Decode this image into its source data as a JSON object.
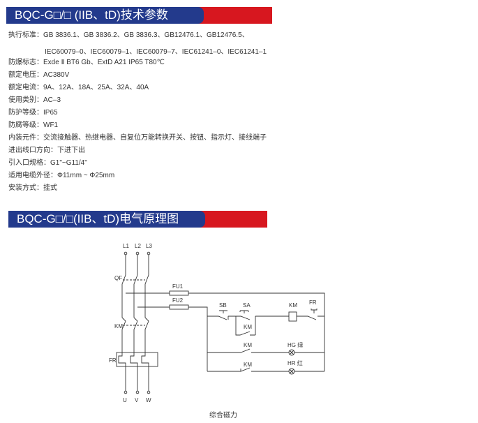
{
  "section1": {
    "title": "BQC-G□/□ (IIB、tD)技术参数"
  },
  "specs": [
    {
      "label": "执行标准：",
      "value": "GB 3836.1、GB 3836.2、GB 3836.3、GB12476.1、GB12476.5、",
      "cont": "IEC60079–0、IEC60079–1、IEC60079–7、IEC61241–0、IEC61241–1"
    },
    {
      "label": "防爆标志：",
      "value": "Exde Ⅱ BT6 Gb、ExtD A21 IP65 T80℃"
    },
    {
      "label": "额定电压：",
      "value": "AC380V"
    },
    {
      "label": "额定电流：",
      "value": "9A、12A、18A、25A、32A、40A"
    },
    {
      "label": "使用类别：",
      "value": "AC–3"
    },
    {
      "label": "防护等级：",
      "value": "IP65"
    },
    {
      "label": "防腐等级：",
      "value": "WF1"
    },
    {
      "label": "内装元件：",
      "value": "交流接触器、热继电器、自复位万能转换开关、按钮、指示灯、接线端子"
    },
    {
      "label": "进出线口方向：",
      "value": "下进下出"
    },
    {
      "label": "引入口规格：",
      "value": "G1\"~G11/4\""
    },
    {
      "label": "适用电缆外径：",
      "value": "Φ11mm ~ Φ25mm"
    },
    {
      "label": "安装方式：",
      "value": "挂式"
    }
  ],
  "section2": {
    "title": "BQC-G□/□(IIB、tD)电气原理图"
  },
  "diagram": {
    "phases": [
      "L1",
      "L2",
      "L3"
    ],
    "outputs": [
      "U",
      "V",
      "W"
    ],
    "qf": "QF",
    "km": "KM",
    "fr": "FR",
    "fu1": "FU1",
    "fu2": "FU2",
    "sb": "SB",
    "sa": "SA",
    "hg": "HG 绿",
    "hr": "HR 红",
    "caption": "综合磁力"
  },
  "colors": {
    "blue": "#233a8c",
    "red": "#d7171f"
  }
}
